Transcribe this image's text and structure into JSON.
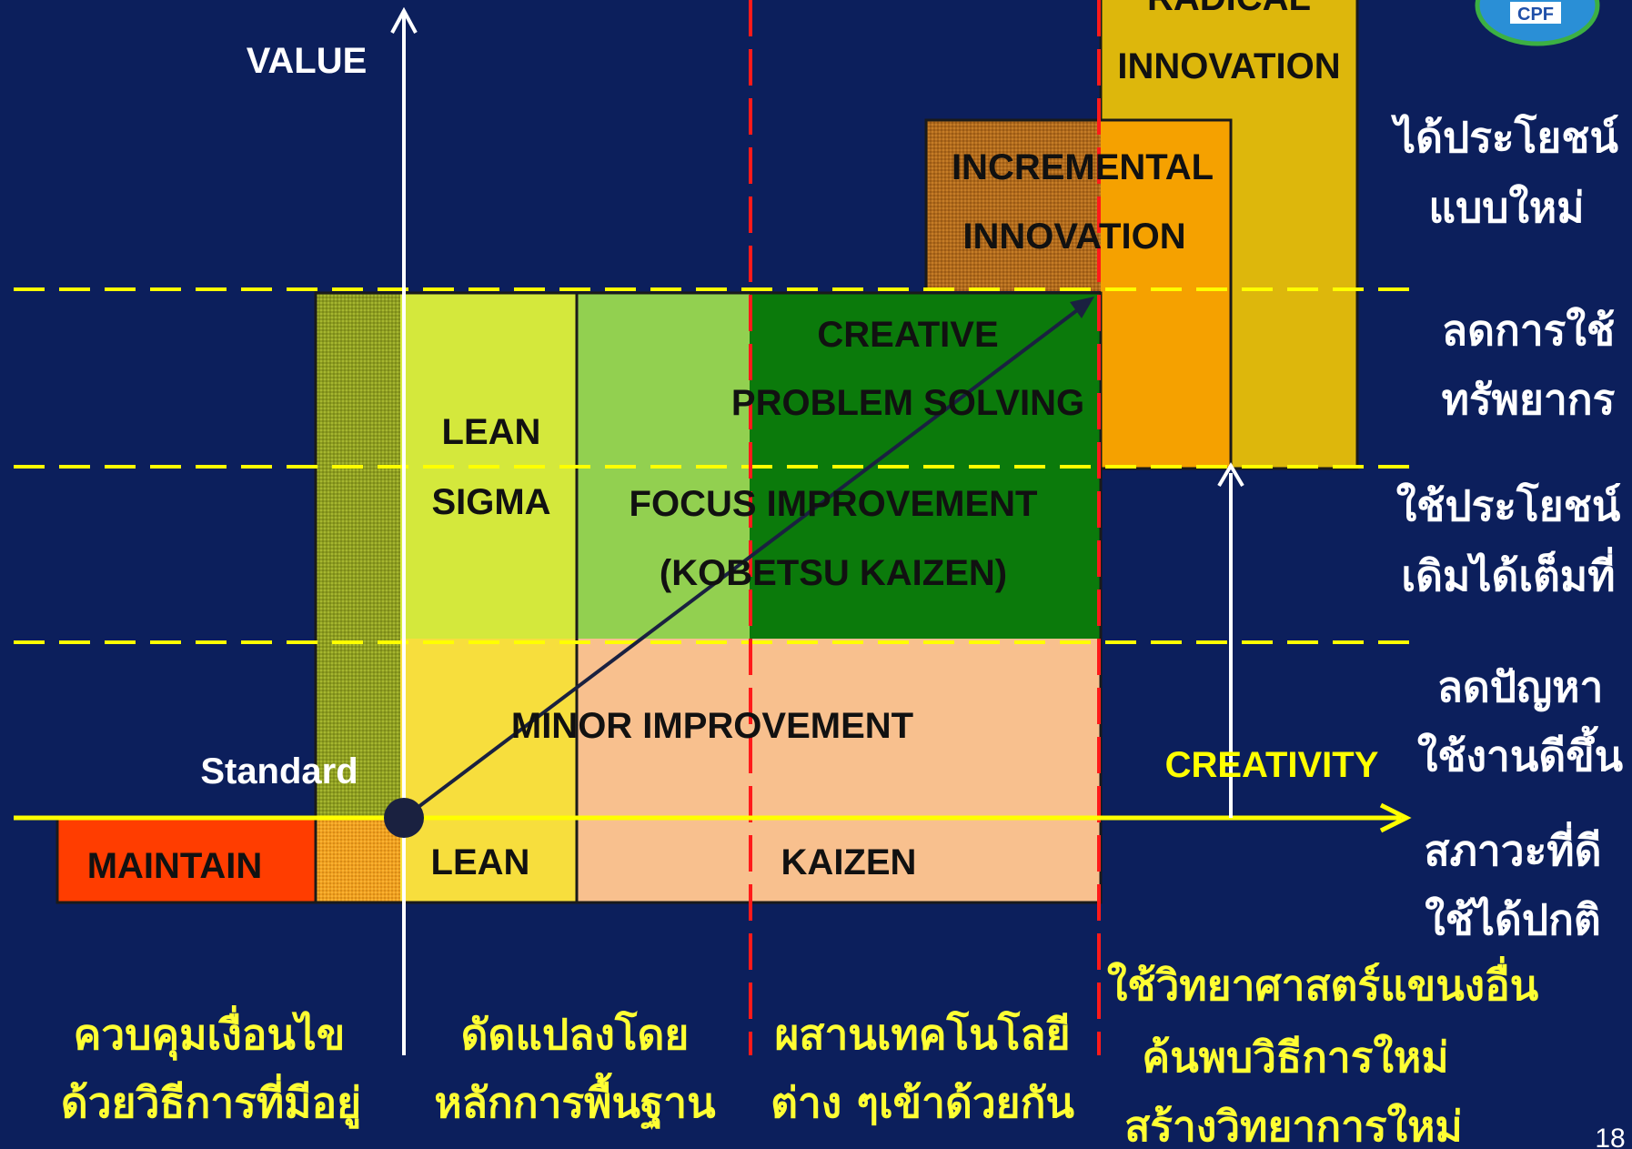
{
  "axis": {
    "value_label": "VALUE",
    "creativity_label": "CREATIVITY",
    "standard_label": "Standard"
  },
  "boxes": {
    "radical_1": "RADICAL",
    "radical_2": "INNOVATION",
    "incremental_1": "INCREMENTAL",
    "incremental_2": "INNOVATION",
    "creative_1": "CREATIVE",
    "creative_2": "PROBLEM SOLVING",
    "lean_sigma_1": "LEAN",
    "lean_sigma_2": "SIGMA",
    "focus_1": "FOCUS IMPROVEMENT",
    "focus_2": "(KOBETSU KAIZEN)",
    "minor": "MINOR IMPROVEMENT",
    "maintain": "MAINTAIN",
    "lean": "LEAN",
    "kaizen": "KAIZEN"
  },
  "right_labels": [
    [
      "ได้ประโยชน์",
      "แบบใหม่"
    ],
    [
      "ลดการใช้",
      "ทรัพยากร"
    ],
    [
      "ใช้ประโยชน์",
      "เดิมได้เต็มที่"
    ],
    [
      "ลดปัญหา",
      "ใช้งานดีขึ้น"
    ],
    [
      "สภาวะที่ดี",
      "ใช้ได้ปกติ"
    ]
  ],
  "bottom_labels": [
    [
      "ควบคุมเงื่อนไข",
      "ด้วยวิธีการที่มีอยู่"
    ],
    [
      "ดัดแปลงโดย",
      "หลักการพื้นฐาน"
    ],
    [
      "ผสานเทคโนโลยี",
      "ต่าง ๆเข้าด้วยกัน"
    ],
    [
      "ใช้วิทยาศาสตร์แขนงอื่น",
      "ค้นพบวิธีการใหม่",
      "สร้างวิทยาการใหม่"
    ]
  ],
  "logo_text": "CPF",
  "page_number": "18",
  "colors": {
    "background": "#0c1f5c",
    "radical": "#ddb70c",
    "incremental_orange": "#f5a100",
    "incremental_brown": "#b5701f",
    "dark_green": "#0b7a0b",
    "light_green": "#92d050",
    "lime": "#d4e83c",
    "olive": "#8a9a1e",
    "peach": "#f8c08e",
    "light_yellow": "#f7de3d",
    "red_orange": "#ff3d00",
    "axis_yellow": "#ffff00",
    "red_dashed": "#ff1a1a",
    "thai_yellow": "#ffff33"
  }
}
